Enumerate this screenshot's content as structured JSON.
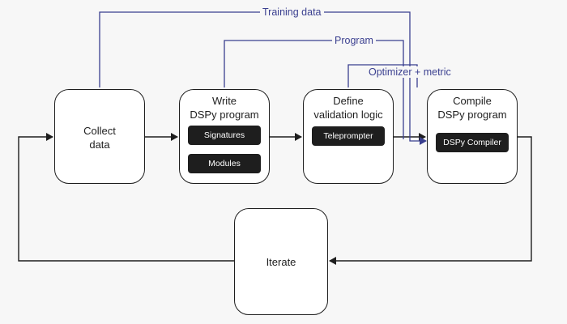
{
  "nodes": {
    "collect": {
      "title_line1": "Collect",
      "title_line2": "data"
    },
    "write": {
      "title_line1": "Write",
      "title_line2": "DSPy program",
      "chips": [
        "Signatures",
        "Modules"
      ]
    },
    "define": {
      "title_line1": "Define",
      "title_line2": "validation logic",
      "chips": [
        "Teleprompter"
      ]
    },
    "compile": {
      "title_line1": "Compile",
      "title_line2": "DSPy program",
      "chips": [
        "DSPy Compiler"
      ]
    },
    "iterate": {
      "title": "Iterate"
    }
  },
  "edge_labels": {
    "training_data": "Training data",
    "program": "Program",
    "optimizer_metric": "Optimizer + metric"
  },
  "colors": {
    "background": "#f7f7f7",
    "flow_line": "#1e1e1e",
    "input_line": "#3a3f8f",
    "chip_fill": "#1e1e1e"
  }
}
